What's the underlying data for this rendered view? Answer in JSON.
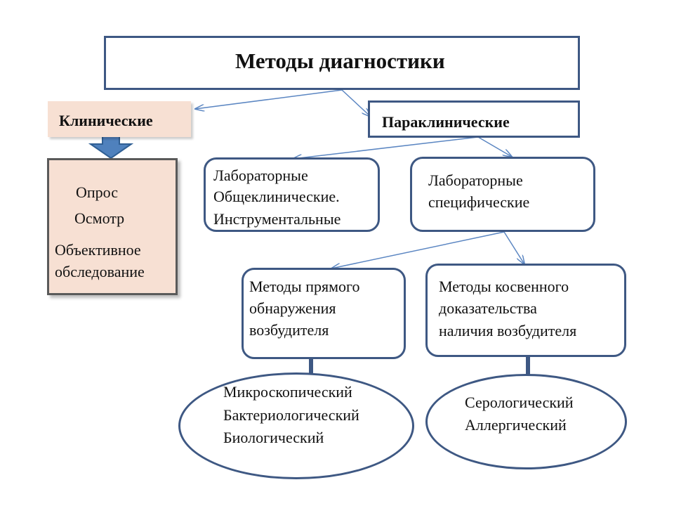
{
  "title": "Методы диагностики",
  "clinical": {
    "label": "Клинические",
    "items": [
      "Опрос",
      "Осмотр",
      "Объективное",
      "обследование"
    ]
  },
  "paraclinical": {
    "label": "Параклинические"
  },
  "lab_general": [
    "Лабораторные",
    "Общеклинические.",
    "Инструментальные"
  ],
  "lab_specific": [
    "Лабораторные",
    "специфические"
  ],
  "direct": [
    "Методы прямого",
    "обнаружения",
    "возбудителя"
  ],
  "indirect": [
    "Методы косвенного",
    "доказательства",
    "наличия возбудителя"
  ],
  "direct_methods": [
    "Микроскопический",
    "Бактериологический",
    "Биологический"
  ],
  "indirect_methods": [
    "Серологический",
    "Аллергический"
  ],
  "colors": {
    "border": "#3e5883",
    "arrow": "#5b86c2",
    "peach_fill": "#f7e0d3",
    "block_arrow": "#4f81bd"
  }
}
